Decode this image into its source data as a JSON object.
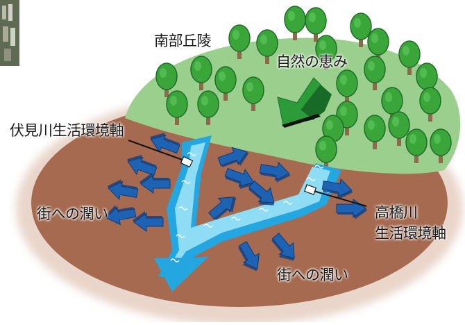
{
  "labels": {
    "southern_hills": "南部丘陵",
    "nature_blessing": "自然の恵み",
    "fushimi_axis": "伏見川生活環境軸",
    "town_moisture_left": "街への潤い",
    "takahashi_axis_line1": "高橋川",
    "takahashi_axis_line2": "生活環境軸",
    "town_moisture_bottom": "街への潤い"
  },
  "colors": {
    "hill": "#9bcf8e",
    "earth": "#a56a4f",
    "earth_light": "#c99c86",
    "river": "#24a6e0",
    "river_light": "#8fdcf5",
    "arrow_blue": "#1e62b3",
    "arrow_green": "#2c9c3a",
    "tree": "#3aa63a",
    "trunk": "#8a6a4a"
  }
}
